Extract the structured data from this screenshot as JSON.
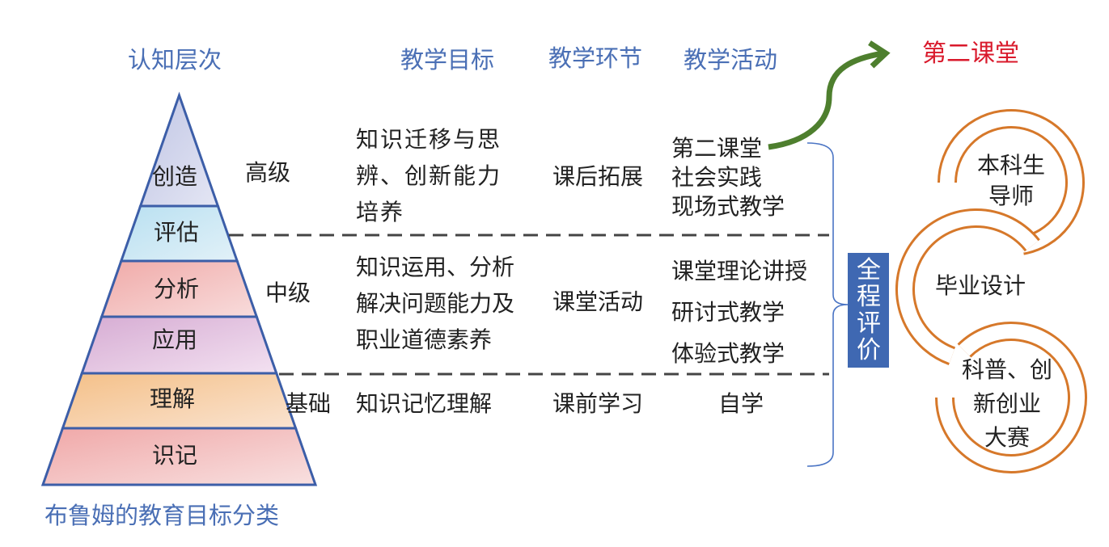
{
  "headers": {
    "levels": "认知层次",
    "goals": "教学目标",
    "stages": "教学环节",
    "activities": "教学活动",
    "second_classroom": "第二课堂"
  },
  "pyramid": {
    "caption": "布鲁姆的教育目标分类",
    "layers": [
      {
        "label": "创造",
        "color": "#c9cde8"
      },
      {
        "label": "评估",
        "color": "#c4e4f2"
      },
      {
        "label": "分析",
        "color": "#f2b8b8"
      },
      {
        "label": "应用",
        "color": "#dcb8da"
      },
      {
        "label": "理解",
        "color": "#f5c895"
      },
      {
        "label": "识记",
        "color": "#f2b3b3"
      }
    ]
  },
  "rows": [
    {
      "level": "高级",
      "goal": [
        "知识迁移与思",
        "辨、创新能力",
        "培养"
      ],
      "stage": "课后拓展",
      "activities": [
        "第二课堂",
        "社会实践",
        "现场式教学"
      ]
    },
    {
      "level": "中级",
      "goal": [
        "知识运用、分析",
        "解决问题能力及",
        "职业道德素养"
      ],
      "stage": "课堂活动",
      "activities": [
        "课堂理论讲授",
        "研讨式教学",
        "体验式教学"
      ]
    },
    {
      "level": "基础",
      "goal": [
        "知识记忆理解"
      ],
      "stage": "课前学习",
      "activities": [
        "自学"
      ]
    }
  ],
  "evaluation": [
    "全",
    "程",
    "评",
    "价"
  ],
  "circles": [
    {
      "lines": [
        "本科生",
        "导师"
      ]
    },
    {
      "lines": [
        "毕业设计"
      ]
    },
    {
      "lines": [
        "科普、创",
        "新创业",
        "大赛"
      ]
    }
  ],
  "colors": {
    "blue": "#3c5ea8",
    "orange": "#d6782a",
    "green": "#4e7f2e",
    "red": "#d9192b"
  }
}
